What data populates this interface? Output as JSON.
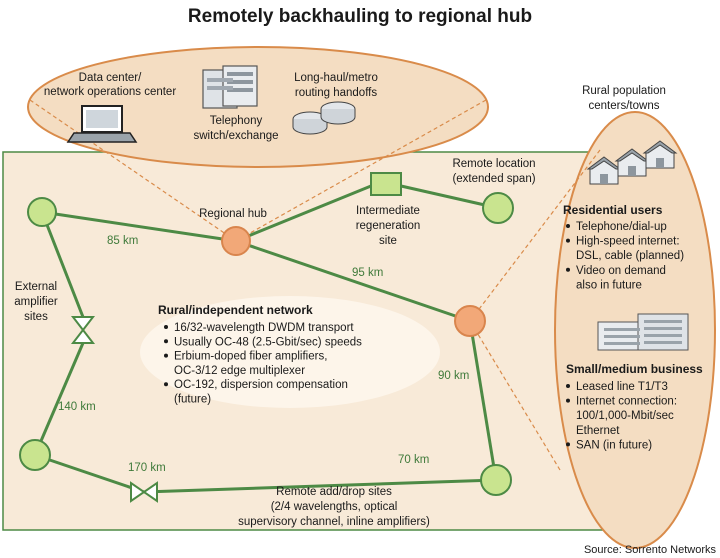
{
  "title": "Remotely backhauling to regional hub",
  "source": "Source: Sorrento Networks",
  "colors": {
    "zone_fill": "#f8ead8",
    "panel_fill": "#f4ddc2",
    "panel_stroke": "#d98b4a",
    "hub_fill": "#f2a878",
    "hub_stroke": "#d9854d",
    "node_fill": "#c9e48f",
    "link": "#4d8a45"
  },
  "top_panel": {
    "data_center": [
      "Data center/",
      "network operations center"
    ],
    "telephony": [
      "Telephony",
      "switch/exchange"
    ],
    "long_haul": [
      "Long-haul/metro",
      "routing handoffs"
    ],
    "icons": [
      "laptop-icon",
      "server-rack-icon",
      "router-icon"
    ]
  },
  "network": {
    "regional_hub": "Regional hub",
    "remote_location": [
      "Remote location",
      "(extended span)"
    ],
    "intermediate": [
      "Intermediate",
      "regeneration",
      "site"
    ],
    "amplifier": [
      "External",
      "amplifier",
      "sites"
    ],
    "remote_add_drop": [
      "Remote add/drop sites",
      "(2/4 wavelengths, optical",
      "supervisory channel, inline amplifiers)"
    ],
    "distances": [
      "85 km",
      "95 km",
      "90 km",
      "70 km",
      "170 km",
      "140 km"
    ],
    "rural_network": {
      "heading": "Rural/independent network",
      "bullets": [
        [
          "16/32-wavelength DWDM transport"
        ],
        [
          "Usually OC-48 (2.5-Gbit/sec) speeds"
        ],
        [
          "Erbium-doped fiber amplifiers,",
          "OC-3/12 edge multiplexer"
        ],
        [
          "OC-192, dispersion compensation",
          "(future)"
        ]
      ]
    }
  },
  "right_panel": {
    "heading": [
      "Rural population",
      "centers/towns"
    ],
    "residential": {
      "title": "Residential users",
      "bullets": [
        [
          "Telephone/dial-up"
        ],
        [
          "High-speed internet:",
          "DSL, cable (planned)"
        ],
        [
          "Video on demand",
          "also in future"
        ]
      ]
    },
    "business": {
      "title": "Small/medium business",
      "bullets": [
        [
          "Leased line T1/T3"
        ],
        [
          "Internet connection:",
          "100/1,000-Mbit/sec",
          "Ethernet"
        ],
        [
          "SAN (in future)"
        ]
      ]
    },
    "icons": [
      "houses-icon",
      "office-buildings-icon"
    ]
  }
}
